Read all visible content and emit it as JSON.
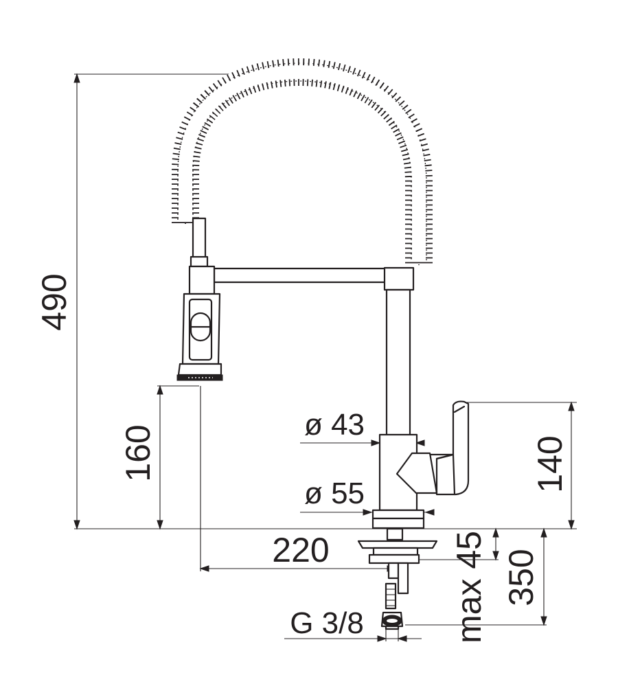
{
  "dimensions": {
    "total_height": "490",
    "spray_height": "160",
    "reach": "220",
    "diameter_top": "ø 43",
    "diameter_base": "ø 55",
    "lever_height": "140",
    "max_deck_thickness": "max 45",
    "hose_length": "350",
    "thread_size": "G 3/8"
  },
  "colors": {
    "line": "#231f20",
    "background": "#ffffff"
  }
}
